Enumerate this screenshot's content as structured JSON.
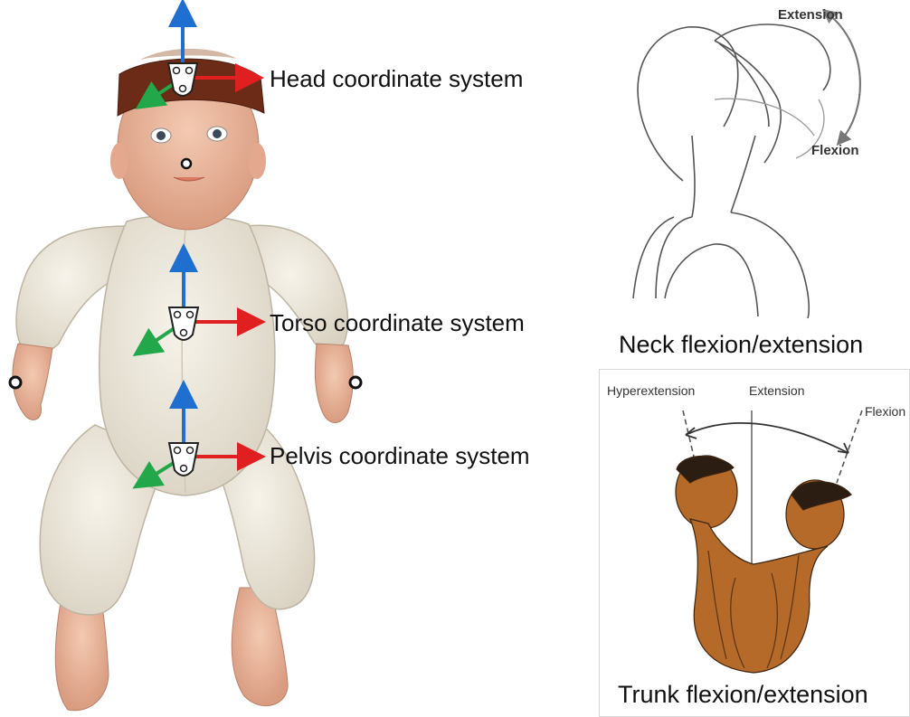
{
  "left_panel": {
    "labels": {
      "head": "Head coordinate system",
      "torso": "Torso coordinate system",
      "pelvis": "Pelvis coordinate system"
    },
    "colors": {
      "z_axis": "#1f6fd1",
      "x_axis": "#e02020",
      "y_axis": "#22a84a",
      "skin": "#e9b79e",
      "hair": "#6b2b17",
      "suit": "#efe9dc"
    }
  },
  "neck_panel": {
    "caption": "Neck flexion/extension",
    "extension_label": "Extension",
    "flexion_label": "Flexion"
  },
  "trunk_panel": {
    "caption": "Trunk flexion/extension",
    "hyperextension_label": "Hyperextension",
    "extension_label": "Extension",
    "flexion_label": "Flexion"
  }
}
